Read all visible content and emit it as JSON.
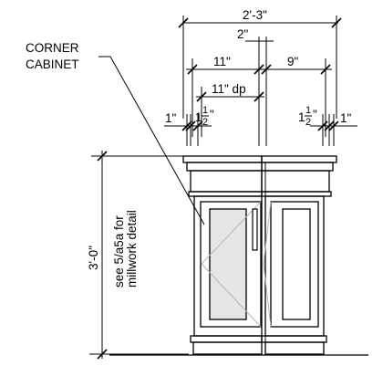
{
  "callout": {
    "line1": "CORNER",
    "line2": "CABINET"
  },
  "dimensions": {
    "overall_width": "2'-3\"",
    "gap": "2\"",
    "left_width": "11\"",
    "right_width": "9\"",
    "left_depth": "11\" dp",
    "left_reveal": "1\"",
    "left_stile": {
      "whole": "1",
      "num": "1",
      "den": "2",
      "unit": "\""
    },
    "right_stile": {
      "whole": "1",
      "num": "1",
      "den": "2",
      "unit": "\""
    },
    "right_reveal": "1\"",
    "height": "3'-0\""
  },
  "side_note": {
    "line1": "see 5/a5a for",
    "line2": "millwork detail"
  }
}
